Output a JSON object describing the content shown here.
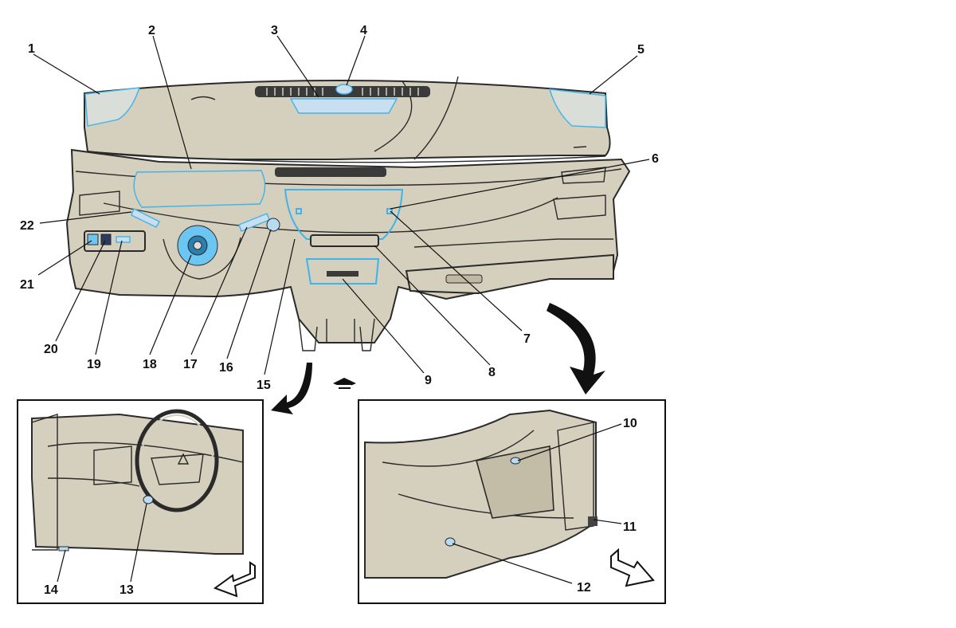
{
  "callouts": {
    "c1": "1",
    "c2": "2",
    "c3": "3",
    "c4": "4",
    "c5": "5",
    "c6": "6",
    "c7": "7",
    "c8": "8",
    "c9": "9",
    "c10": "10",
    "c11": "11",
    "c12": "12",
    "c13": "13",
    "c14": "14",
    "c15": "15",
    "c16": "16",
    "c17": "17",
    "c18": "18",
    "c19": "19",
    "c20": "20",
    "c21": "21",
    "c22": "22"
  },
  "colors": {
    "panel_fill": "#d5cfbd",
    "highlight": "#3fb3ea",
    "line": "#2a2a2a"
  },
  "icons": [
    "curved-arrow-icon",
    "view-direction-icon",
    "hollow-arrow-icon"
  ]
}
